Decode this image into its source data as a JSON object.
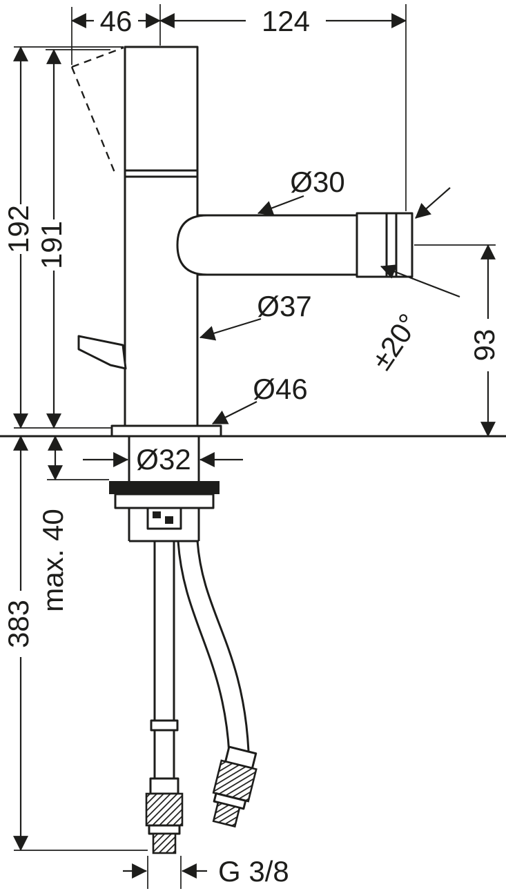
{
  "drawing": {
    "type": "technical-dimension-drawing",
    "subject": "single-lever bidet mixer tap with swivel spout, pop-up hoses and G 3/8 connections",
    "units": "mm",
    "line_color": "#1d1d1b",
    "background_color": "#ffffff",
    "dimensions": {
      "handle_projection": "46",
      "spout_reach": "124",
      "height_total": "192",
      "height_to_handle": "191",
      "spout_diameter": "Ø30",
      "body_diameter": "Ø37",
      "base_diameter": "Ø46",
      "shank_diameter": "Ø32",
      "swivel_range": "±20°",
      "spout_height": "93",
      "max_deck_thickness": "max. 40",
      "length_below_deck": "383",
      "connection_thread": "G 3/8"
    }
  }
}
